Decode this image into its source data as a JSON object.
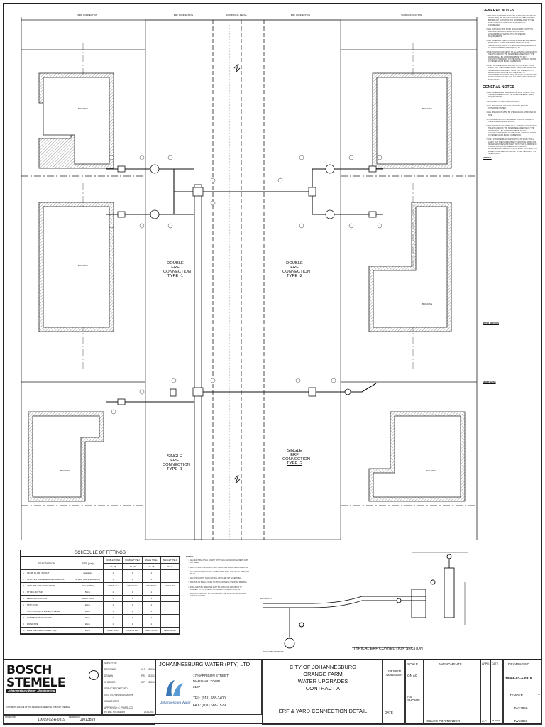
{
  "top_labels": {
    "yard_connection_left": "YARD CONNECTION",
    "erf_connection_left": "ERF CONNECTION",
    "horizontal_detail": "HORIZONTAL DETAIL",
    "erf_connection_right": "ERF CONNECTION",
    "yard_connection_right": "YARD CONNECTION"
  },
  "building_label": "BUILDING",
  "connections": {
    "double_type1": [
      "DOUBLE ERF",
      "CONNECTION",
      "TYPE -1"
    ],
    "double_type2": [
      "DOUBLE ERF",
      "CONNECTION",
      "TYPE -2"
    ],
    "single_type1": [
      "SINGLE ERF",
      "CONNECTION",
      "TYPE -1"
    ],
    "single_type2": [
      "SINGLE ERF",
      "CONNECTION",
      "TYPE -2"
    ]
  },
  "general_notes": {
    "title1": "GENERAL NOTES",
    "items1": [
      "THE NEW CUSTOMER MANAGER AT THE JOHANNESBURG WATER (PTY) LTD REGIONAL OFFICE MUST BE NOTIFIED BEFORE ANY CONSTRUCTION WORK RELATED TO THE INSTALLATION OF WATER OR SEWER MAY BE COMMENCED.",
      "ALL CONSTRUCTION WORK SHALL COMPLY WITH THE RELEVANT SABS 1200 SPECIFICATION AND JOHANNESBURG WATER (PTY) LTD SPECIFIC REQUIREMENTS.",
      "ALL MATERIALS USED IN INSTALLING WATER AND SEWER MAINS SHALL COMPLY WITH THE RELEVANT SABS SPECIFICATION AND WITH THE MINIMUM REQUIREMENTS OF JOHANNESBURG WATER (PTY) LTD.",
      "THE POSITION AND DEPTH OF ALL EXISTING SERVICES ON THE SITE AND OFF THE SITE WHERE AFFECTED BY THE WORKS SHALL BE CONFIRMED PRIOR TO ANY CONSTRUCTION WORK ON THE INSTALLATION OF WATER OR SEWER MAINS BEING COMMENCED.",
      "ONLY JOHANNESBURG WATER (PTY) LTD STAFF SHALL CARRY OUT THE CONNECTIONS TO EXISTING WATER AND SEWER MAINS AND MAINS. NOTE THAT A MINIMUM OF 3 WORKING DAYS NOTICE MUST BE GIVEN TO JOHANNESBURG WATER (PTY) LTD STAFF TO ATTEND SITE INSPECTIONS, MEETING AND ANY OTHER NECESSITY ON SITE LIAISON."
    ],
    "title2": "GENERAL NOTES",
    "items2": [
      "ALL MATERIAL AND WORKMANSHIP MUST COMPLY WITH THE REQUIREMENTS OF THE LATEST RELEVANT SABS REQUIREMENTS.",
      "DO NOT SCALE FROM THE DRAWINGS.",
      "ALL DIMENSIONS ARE IN MILLIMETRES (UNLESS OTHERWISE STATED).",
      "ALL DIMENSIONS MUST BE CHECKED AND APPROVED ON SITE.",
      "THIS DRAWING MUST BE READ IN CONJUNCTION WITH THE STANDARD SPECIFICATION.",
      "THE POSITION AND DEPTH OF ALL EXISTING SERVICES ON THE SITE AND OFF THE SITE WHERE AFFECTED BY THE WORKS SHALL BE CONFIRMED PRIOR TO ANY CONSTRUCTION WORK ON THE INSTALLATION OF WATER OR SEWER MAINS BEING COMMENCED.",
      "ONLY JOHANNESBURG WATER (PTY) LTD STAFF SHALL CARRY OUT THE CONNECTIONS TO EXISTING WATER AND SEWER MANHOLES AND MAINS. NOTE THAT A MINIMUM OF 3 WORKING DAYS NOTICE MUST BE GIVEN TO JOHANNESBURG WATER (PTY) LTD STAFF TO ATTEND SITE INSPECTIONS, MEETING AND ANY OTHER NECESSITY ON SITE LIAISON."
    ],
    "sub_general": "GENERAL",
    "water_services": "WATER SERVICES",
    "sewer_mains": "SEWER MAINS"
  },
  "schedule": {
    "title": "SCHEDULE OF FITTINGS",
    "type_headers": [
      "DOUBLE TYPE-1",
      "DOUBLE TYPE-2",
      "SINGLE TYPE-1",
      "SINGLE TYPE-2"
    ],
    "col_description": "DESCRIPTION",
    "col_size": "SIZE (mm)",
    "col_no": "No. off",
    "rows": [
      {
        "n": "1",
        "d": "HD / PE ML FFE / BOSS IT",
        "s": "(see table)",
        "v": [
          "1",
          "1",
          "1",
          "1"
        ]
      },
      {
        "n": "2",
        "d": "UPVC / MIN FLANGE ADAPTER / ADAPTOR",
        "s": "50 x 3/4\" (HD/PE SDR 11/RG)",
        "v": [
          "1",
          "1",
          "1",
          "1"
        ]
      },
      {
        "n": "3",
        "d": "HDPE PIPE (ERF CONNECTION)",
        "s": "50mm (HDPE)",
        "v": [
          "LENGTH 5m",
          "LENGTH 5m",
          "LENGTH 5m",
          "LENGTH 5m"
        ]
      },
      {
        "n": "4",
        "d": "SP RING BUTTER",
        "s": "50mm",
        "v": [
          "1",
          "1",
          "1",
          "1"
        ]
      },
      {
        "n": "5",
        "d": "REDUCING COUPLING",
        "s": "50mm X 20mm",
        "v": [
          "1",
          "1",
          "1",
          "1"
        ]
      },
      {
        "n": "6",
        "d": "STOP COCK",
        "s": "20mm",
        "v": [
          "1",
          "1",
          "1",
          "1"
        ]
      },
      {
        "n": "7",
        "d": "STOP COCK (W/ STRAINER) & METER",
        "s": "20mm",
        "v": [
          "1",
          "1",
          "1",
          "1"
        ]
      },
      {
        "n": "8",
        "d": "COMPRESSION STOPCOCK",
        "s": "20mm",
        "v": [
          "1",
          "1",
          "1",
          "1"
        ]
      },
      {
        "n": "9",
        "d": "WATER PIPE",
        "s": "20mm",
        "v": [
          "1",
          "1",
          "1",
          "1"
        ]
      },
      {
        "n": "10",
        "d": "HDPE PIPE (YARD CONNECTION)",
        "s": "20mm",
        "v": [
          "LENGTH 20m",
          "LENGTH 20m",
          "LENGTH 20m",
          "LENGTH 20m"
        ]
      }
    ]
  },
  "notes_block": {
    "title": "NOTES",
    "items": [
      "ALL NEW PIPES SHALL COMPLY WITH SANS 4427 AND SHALL BE PN 10 PE 100 SDR 11.",
      "ALL FITTINGS SHALL COMPLY WITH SANS 1808 AND BE APPROVED BY JW.",
      "ALL WATER FITTINGS SHALL COMPLY WITH SANS 1808 AND BE APPROVED BY JW.",
      "ALL LOW DENSITY AGRICULTURAL PIPES ARE NOT ACCEPTABLE.",
      "MINIMUM OF 900mm COVER ON PIPES CROSSING THE ROAD RESERVE.",
      "IN ALL ERF PIPE TRENCHES MUST BE GIVEN FOR A MAXIMUM TO CONNECT TO THE PIPE WITH A CONNECTION LENGTH OF 1.0m.",
      "SPECIAL CARE SHALL BE TAKEN DURING THE INSTALLATION TO AVOID DAMAGE TO PIPES."
    ]
  },
  "section": {
    "title": "TYPICAL ERF CONNECTION SECTION",
    "left_label": "MAIN SUPPLY",
    "bottom_label": "MAIN SUPPLY FITTINGS"
  },
  "title_block": {
    "firm": "BOSCH STEMELE",
    "tagline": "Johannesburg Water - Engineering",
    "copyright": "COPYRIGHT AND USE OF THIS DRAWING IS RESERVED BY BOSCH STEMELE",
    "rows": [
      "SURVEYED",
      "DESIGNED",
      "DRAWN",
      "CHECKED",
      "SERVICES CHECKED",
      "GEOTECH INVESTIGATION",
      "SIGNATURES",
      "APPROVED: C. PRINSLOO"
    ],
    "initials": [
      [
        "",
        ""
      ],
      [
        "W.N.",
        "05.2018"
      ],
      [
        "P.S.",
        "05.2018"
      ],
      [
        "C.P.",
        "05.2018"
      ]
    ],
    "pr_eng": "PR. ENG. NO: 20121023",
    "approved_date": "22-06-2018",
    "client_name": "JOHANNESBURG WATER (PTY) LTD",
    "client_address": [
      "17 HARRISON STREET",
      "MARSHALLTOWN",
      "2107"
    ],
    "client_tel": "TEL: (011) 688-1400",
    "client_fax": "FAX: (011) 688-1529",
    "jw_logo": "Johannesburg Water",
    "project": [
      "CITY OF JOHANNESBURG",
      "ORANGE FARM",
      "WATER UPGRADES",
      "CONTRACT A"
    ],
    "drawing_title": "ERF & YARD CONNECTION DETAIL",
    "design_manager": "DESIGN MANAGER",
    "date_label": "DATE",
    "scale_label": "SCALE",
    "scale_value_1": "ON A0",
    "scale_value_2": "AS SHOWN",
    "amendments_label": "AMENDMENTS",
    "appr_label": "APPR.",
    "date_col": "DATE",
    "amendment_entry": "ISSUED FOR TENDER",
    "amendment_appr": "C.P.",
    "amendment_date": "06-2018",
    "drawing_no_label": "DRAWING NO.",
    "drawing_no": "10069-02-A-0819",
    "status": "TENDER",
    "rev": "T",
    "project_no": "JW13859",
    "project_no_2": "JW13859",
    "bottom_drawing_no": "10069-02-A-0819",
    "bottom_project": "JW13859",
    "project_label": "PROJECT NO.",
    "drawing_label": "DRAWING NO."
  }
}
